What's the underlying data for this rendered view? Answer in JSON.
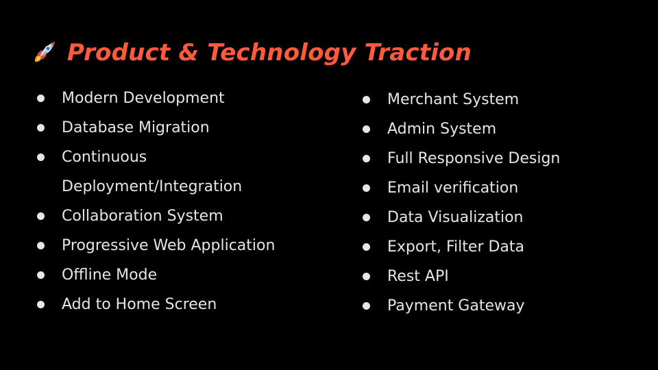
{
  "slide": {
    "title": "Product & Technology Traction",
    "title_icon": "rocket-icon",
    "accent_color": "#ff5a3c",
    "text_color": "#e6e6e6",
    "background_color": "#000000"
  },
  "left_column": {
    "items": [
      {
        "lines": [
          "Modern Development"
        ]
      },
      {
        "lines": [
          "Database Migration"
        ]
      },
      {
        "lines": [
          "Continuous",
          "Deployment/Integration"
        ]
      },
      {
        "lines": [
          "Collaboration System"
        ]
      },
      {
        "lines": [
          "Progressive Web Application"
        ]
      },
      {
        "lines": [
          "Offline Mode"
        ]
      },
      {
        "lines": [
          "Add to Home Screen"
        ]
      }
    ]
  },
  "right_column": {
    "items": [
      {
        "lines": [
          "Merchant System"
        ]
      },
      {
        "lines": [
          "Admin System"
        ]
      },
      {
        "lines": [
          "Full Responsive Design"
        ]
      },
      {
        "lines": [
          "Email verification"
        ]
      },
      {
        "lines": [
          "Data Visualization"
        ]
      },
      {
        "lines": [
          "Export, Filter Data"
        ]
      },
      {
        "lines": [
          "Rest API"
        ]
      },
      {
        "lines": [
          "Payment Gateway"
        ]
      }
    ]
  }
}
